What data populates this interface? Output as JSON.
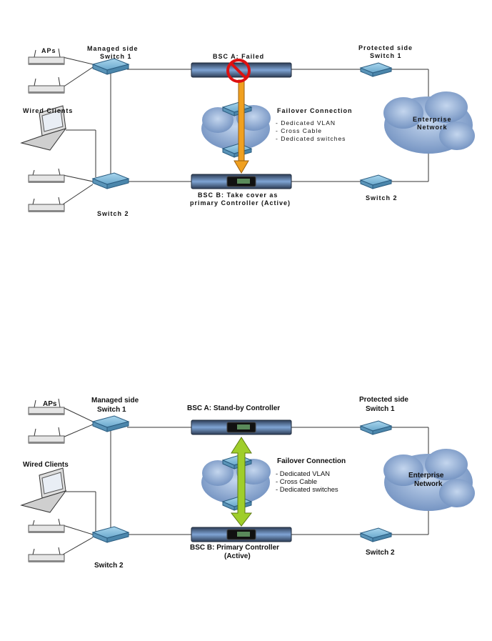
{
  "diagrams": [
    {
      "state": "failed",
      "aps": "APs",
      "managed_side": "Managed side",
      "switch1_left": "Switch 1",
      "wired_clients": "Wired Clients",
      "switch2_left": "Switch 2",
      "bsc_a": "BSC A: Failed",
      "bsc_b_line1": "BSC B: Take cover as",
      "bsc_b_line2": "primary Controller (Active)",
      "failover": "Failover Connection",
      "failover_items": [
        "- Dedicated VLAN",
        "- Cross Cable",
        "- Dedicated switches"
      ],
      "protected_side": "Protected side",
      "switch1_right": "Switch 1",
      "switch2_right": "Switch 2",
      "cloud_line1": "Enterprise",
      "cloud_line2": "Network"
    },
    {
      "state": "normal",
      "aps": "APs",
      "managed_side": "Managed side",
      "switch1_left": "Switch 1",
      "wired_clients": "Wired Clients",
      "switch2_left": "Switch 2",
      "bsc_a": "BSC A: Stand-by Controller",
      "bsc_b_line1": "BSC B: Primary Controller",
      "bsc_b_line2": "(Active)",
      "failover": "Failover Connection",
      "failover_items": [
        "- Dedicated VLAN",
        "- Cross Cable",
        "- Dedicated switches"
      ],
      "protected_side": "Protected side",
      "switch1_right": "Switch 1",
      "switch2_right": "Switch 2",
      "cloud_line1": "Enterprise",
      "cloud_line2": "Network"
    }
  ],
  "colors": {
    "switch": "#7bb8d8",
    "controller": "#4d6f9e",
    "cloud": "#8fa9cf",
    "arrow_failed": "#f0a020",
    "arrow_normal": "#9fce2a",
    "no_sign": "#dd1111"
  }
}
